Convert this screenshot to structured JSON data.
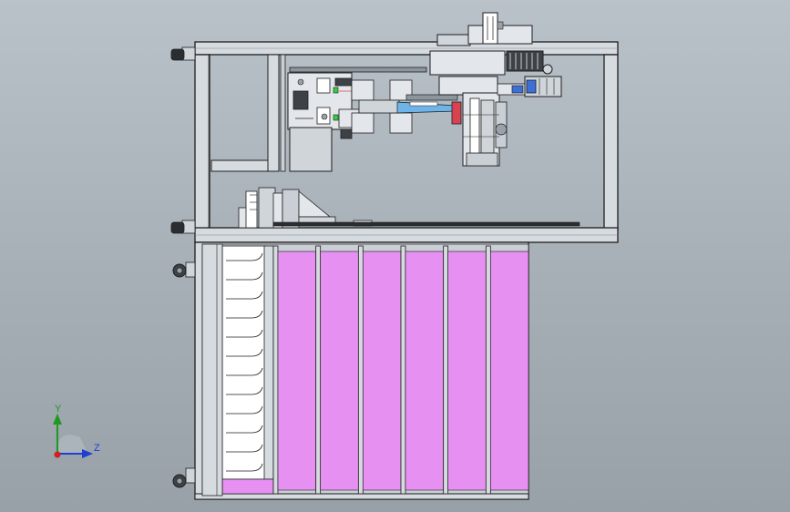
{
  "viewport": {
    "background_top": "#b9c1c9",
    "background_bottom": "#98a0a8"
  },
  "triad": {
    "y_label": "Y",
    "z_label": "Z",
    "y_color": "#1e9a1e",
    "z_color": "#1f3fcf",
    "origin_color": "#d21f1f"
  },
  "model": {
    "frame_color": "#d6dbe0",
    "edge_color": "#1e1e1e",
    "panel_color": "#e690f2",
    "panel_count": 6,
    "caster_icon": "caster-wheel-icon",
    "motor_color": "#3d6fd8",
    "sensor_color": "#2fd23f",
    "accent_red": "#d9434f",
    "beam_blue": "#6fb4e8"
  }
}
